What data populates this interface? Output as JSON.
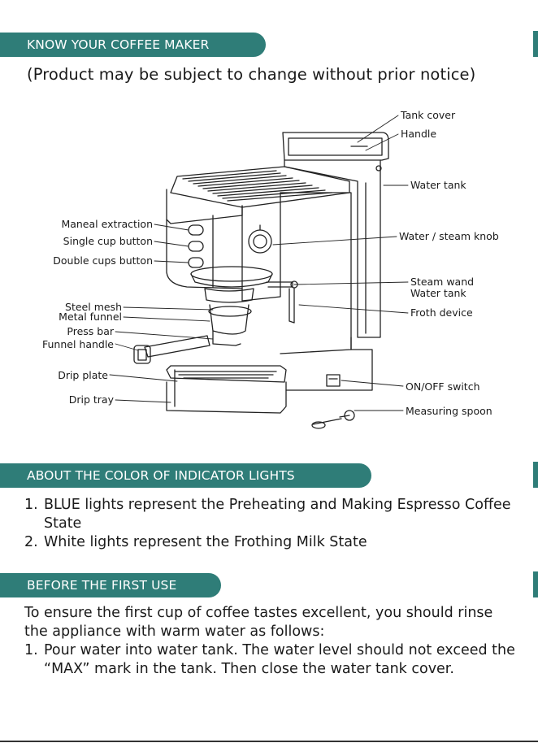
{
  "sections": {
    "know": {
      "title": "KNOW YOUR COFFEE MAKER"
    },
    "colors": {
      "title": "ABOUT THE COLOR OF INDICATOR LIGHTS"
    },
    "first_use": {
      "title": "BEFORE THE FIRST USE"
    }
  },
  "note": "(Product may be subject to change without prior notice)",
  "labels": {
    "tank_cover": "Tank cover",
    "handle": "Handle",
    "water_tank": "Water tank",
    "manual_extraction": "Maneal extraction",
    "single_cup": "Single cup button",
    "double_cups": "Double cups button",
    "water_steam_knob": "Water / steam knob",
    "steam_wand": "Steam wand",
    "water_tank_2": "Water tank",
    "steel_mesh": "Steel mesh",
    "metal_funnel": "Metal funnel",
    "press_bar": "Press bar",
    "funnel_handle": "Funnel handle",
    "froth_device": "Froth device",
    "drip_plate": "Drip plate",
    "drip_tray": "Drip tray",
    "on_off": "ON/OFF switch",
    "measuring_spoon": "Measuring spoon"
  },
  "indicator_lights": [
    {
      "num": "1.",
      "text": "BLUE lights represent the Preheating and Making Espresso Coffee State"
    },
    {
      "num": "2.",
      "text": "White lights represent the Frothing Milk State"
    }
  ],
  "first_use": {
    "intro": "To ensure the first cup of coffee tastes excellent, you should rinse the appliance with warm water as follows:",
    "steps": [
      {
        "num": "1.",
        "text": "Pour water into water tank. The water level should not exceed the “MAX” mark in the tank. Then close the water tank cover."
      }
    ]
  },
  "colors": {
    "accent": "#2f7d78"
  }
}
